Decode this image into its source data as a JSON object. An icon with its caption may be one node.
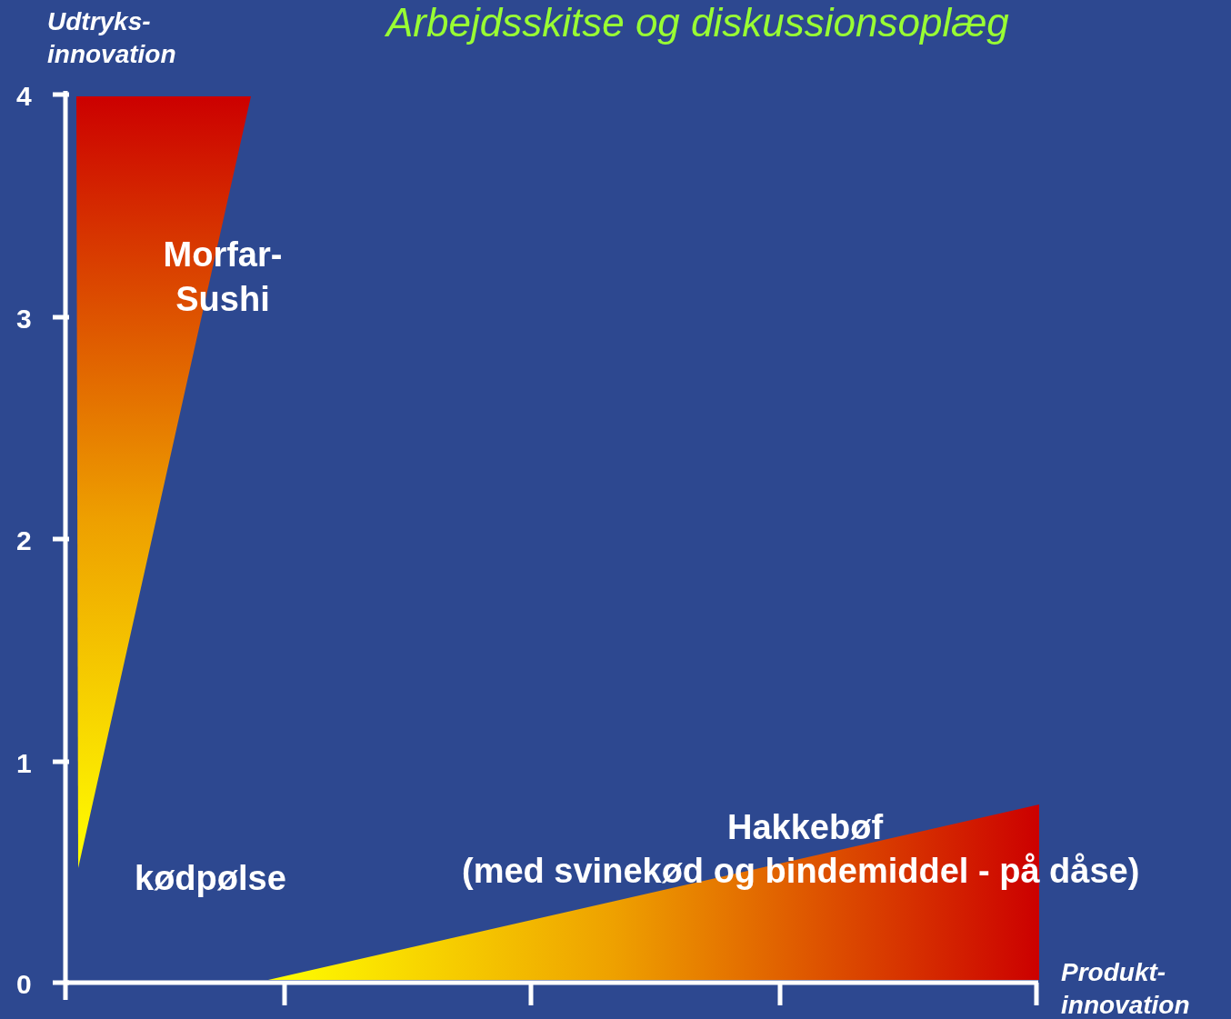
{
  "diagram": {
    "title": "Arbejdsskitse og diskussionsoplæg",
    "nodes": [
      {
        "text": [],
        "shape": "triangle"
      },
      {
        "text": [],
        "shape": "triangle"
      }
    ],
    "labels": [
      "Udtryks- innovation",
      "4",
      "3",
      "2",
      "1",
      "0",
      "Morfar- Sushi",
      "kødpølse",
      "Hakkebøf",
      "(med svinekød og bindemiddel - på dåse)",
      "Produkt- innovation"
    ]
  }
}
